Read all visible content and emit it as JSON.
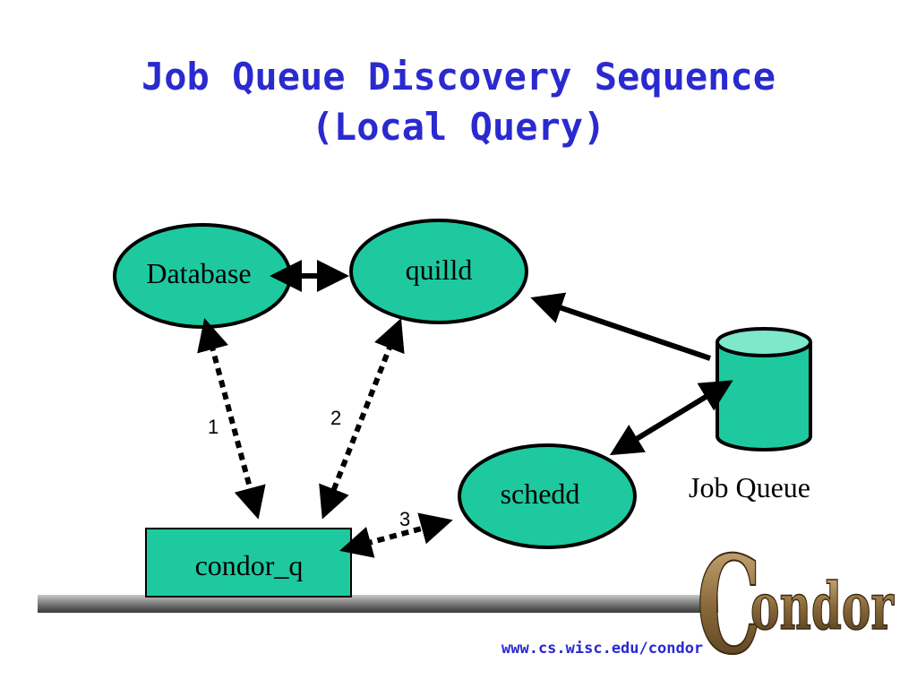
{
  "slide": {
    "title_line1": "Job Queue Discovery Sequence",
    "title_line2": "(Local Query)"
  },
  "nodes": {
    "database": "Database",
    "quilld": "quilld",
    "schedd": "schedd",
    "condor_q": "condor_q",
    "job_queue_caption": "Job Queue"
  },
  "steps": {
    "step1": "1",
    "step2": "2",
    "step3": "3"
  },
  "footer": {
    "url": "www.cs.wisc.edu/condor",
    "logo_text": "Condor"
  },
  "colors": {
    "node_fill": "#1ec9a0",
    "title": "#2a2ad0",
    "logo": "#8a6a3a"
  }
}
